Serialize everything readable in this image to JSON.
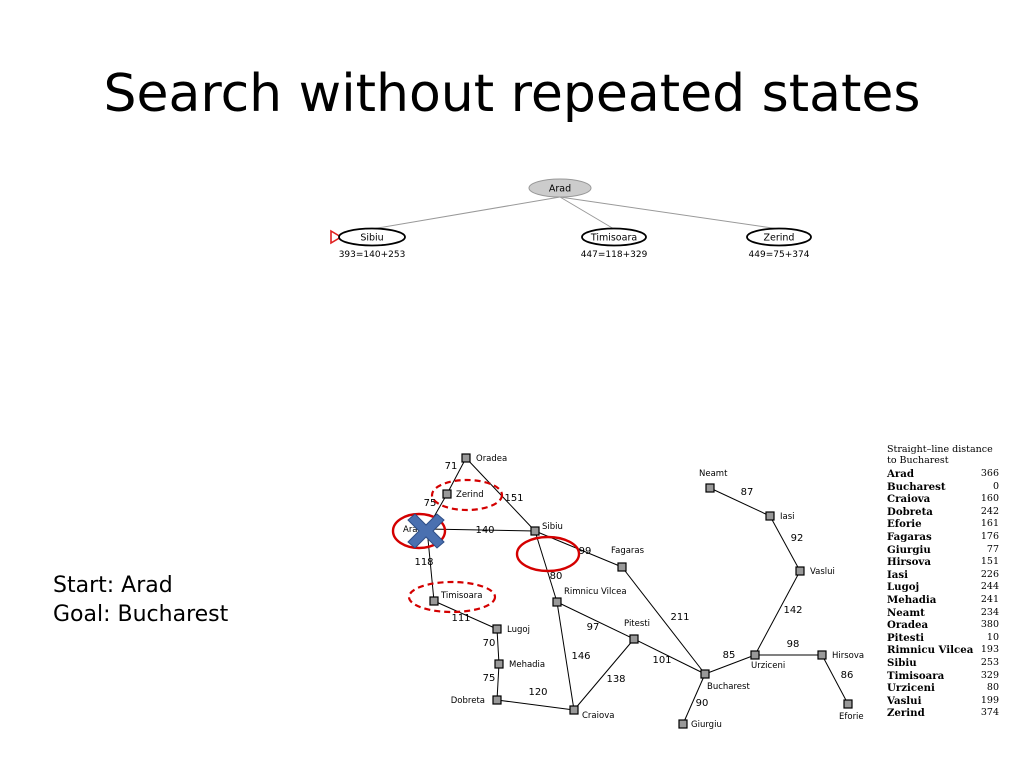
{
  "slide": {
    "title": "Search without repeated states",
    "start_label": "Start: Arad",
    "goal_label": "Goal: Bucharest"
  },
  "search_tree": {
    "root": {
      "label": "Arad"
    },
    "children": [
      {
        "label": "Sibiu",
        "score": "393=140+253",
        "selected": true
      },
      {
        "label": "Timisoara",
        "score": "447=118+329"
      },
      {
        "label": "Zerind",
        "score": "449=75+374"
      }
    ]
  },
  "map": {
    "cities": [
      {
        "id": "oradea",
        "label": "Oradea"
      },
      {
        "id": "zerind",
        "label": "Zerind",
        "highlight": "dashed-circle"
      },
      {
        "id": "arad",
        "label": "Arad",
        "highlight": "crossed-out"
      },
      {
        "id": "timisoara",
        "label": "Timisoara",
        "highlight": "dashed-circle"
      },
      {
        "id": "sibiu",
        "label": "Sibiu",
        "highlight": "solid-circle"
      },
      {
        "id": "fagaras",
        "label": "Fagaras"
      },
      {
        "id": "rimnicu",
        "label": "Rimnicu Vilcea"
      },
      {
        "id": "lugoj",
        "label": "Lugoj"
      },
      {
        "id": "mehadia",
        "label": "Mehadia"
      },
      {
        "id": "dobreta",
        "label": "Dobreta"
      },
      {
        "id": "craiova",
        "label": "Craiova"
      },
      {
        "id": "pitesti",
        "label": "Pitesti"
      },
      {
        "id": "bucharest",
        "label": "Bucharest"
      },
      {
        "id": "giurgiu",
        "label": "Giurgiu"
      },
      {
        "id": "urziceni",
        "label": "Urziceni"
      },
      {
        "id": "hirsova",
        "label": "Hirsova"
      },
      {
        "id": "eforie",
        "label": "Eforie"
      },
      {
        "id": "vaslui",
        "label": "Vaslui"
      },
      {
        "id": "iasi",
        "label": "Iasi"
      },
      {
        "id": "neamt",
        "label": "Neamt"
      }
    ],
    "roads": [
      {
        "from": "oradea",
        "to": "zerind",
        "distance": "71"
      },
      {
        "from": "zerind",
        "to": "arad",
        "distance": "75"
      },
      {
        "from": "oradea",
        "to": "sibiu",
        "distance": "151"
      },
      {
        "from": "arad",
        "to": "sibiu",
        "distance": "140"
      },
      {
        "from": "arad",
        "to": "timisoara",
        "distance": "118"
      },
      {
        "from": "timisoara",
        "to": "lugoj",
        "distance": "111"
      },
      {
        "from": "lugoj",
        "to": "mehadia",
        "distance": "70"
      },
      {
        "from": "mehadia",
        "to": "dobreta",
        "distance": "75"
      },
      {
        "from": "dobreta",
        "to": "craiova",
        "distance": "120"
      },
      {
        "from": "sibiu",
        "to": "fagaras",
        "distance": "99"
      },
      {
        "from": "sibiu",
        "to": "rimnicu",
        "distance": "80"
      },
      {
        "from": "rimnicu",
        "to": "pitesti",
        "distance": "97"
      },
      {
        "from": "rimnicu",
        "to": "craiova",
        "distance": "146"
      },
      {
        "from": "craiova",
        "to": "pitesti",
        "distance": "138"
      },
      {
        "from": "fagaras",
        "to": "bucharest",
        "distance": "211"
      },
      {
        "from": "pitesti",
        "to": "bucharest",
        "distance": "101"
      },
      {
        "from": "bucharest",
        "to": "giurgiu",
        "distance": "90"
      },
      {
        "from": "bucharest",
        "to": "urziceni",
        "distance": "85"
      },
      {
        "from": "urziceni",
        "to": "hirsova",
        "distance": "98"
      },
      {
        "from": "hirsova",
        "to": "eforie",
        "distance": "86"
      },
      {
        "from": "urziceni",
        "to": "vaslui",
        "distance": "142"
      },
      {
        "from": "vaslui",
        "to": "iasi",
        "distance": "92"
      },
      {
        "from": "iasi",
        "to": "neamt",
        "distance": "87"
      }
    ]
  },
  "sld_table": {
    "heading_line1": "Straight–line distance",
    "heading_line2": "to Bucharest",
    "rows": [
      {
        "city": "Arad",
        "value": "366"
      },
      {
        "city": "Bucharest",
        "value": "0"
      },
      {
        "city": "Craiova",
        "value": "160"
      },
      {
        "city": "Dobreta",
        "value": "242"
      },
      {
        "city": "Eforie",
        "value": "161"
      },
      {
        "city": "Fagaras",
        "value": "176"
      },
      {
        "city": "Giurgiu",
        "value": "77"
      },
      {
        "city": "Hirsova",
        "value": "151"
      },
      {
        "city": "Iasi",
        "value": "226"
      },
      {
        "city": "Lugoj",
        "value": "244"
      },
      {
        "city": "Mehadia",
        "value": "241"
      },
      {
        "city": "Neamt",
        "value": "234"
      },
      {
        "city": "Oradea",
        "value": "380"
      },
      {
        "city": "Pitesti",
        "value": "10"
      },
      {
        "city": "Rimnicu Vilcea",
        "value": "193"
      },
      {
        "city": "Sibiu",
        "value": "253"
      },
      {
        "city": "Timisoara",
        "value": "329"
      },
      {
        "city": "Urziceni",
        "value": "80"
      },
      {
        "city": "Vaslui",
        "value": "199"
      },
      {
        "city": "Zerind",
        "value": "374"
      }
    ]
  },
  "colors": {
    "highlight_red": "#d40000",
    "root_fill": "#cccccc",
    "cross_blue": "#4a70b0",
    "pointer_red": "#e02020"
  }
}
